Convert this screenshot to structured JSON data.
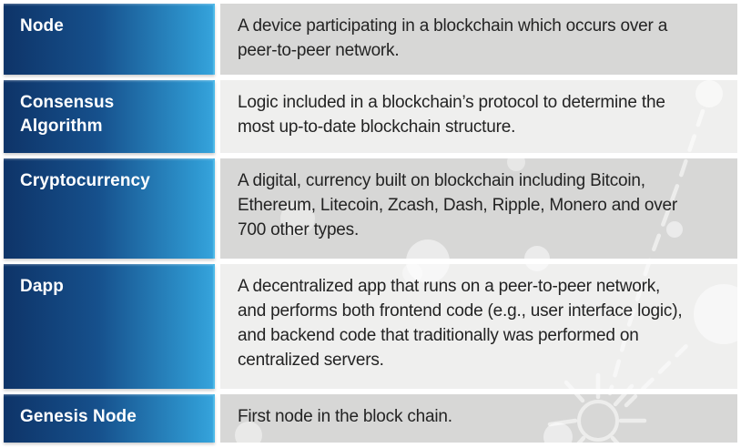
{
  "table": {
    "rows": [
      {
        "term": "Node",
        "definition": "A device participating in a blockchain which occurs over a peer-to-peer network."
      },
      {
        "term": "Consensus Algorithm",
        "definition": "Logic included in a blockchain’s protocol to determine the most up-to-date blockchain structure."
      },
      {
        "term": "Cryptocurrency",
        "definition": "A digital, currency built on blockchain including Bitcoin, Ethereum, Litecoin, Zcash, Dash, Ripple, Monero and over 700 other types."
      },
      {
        "term": "Dapp",
        "definition": "A decentralized app that runs on a peer-to-peer network, and performs both frontend code (e.g., user interface logic), and backend code that traditionally was performed on centralized servers."
      },
      {
        "term": "Genesis Node",
        "definition": "First node in the block chain."
      }
    ]
  },
  "colors": {
    "term_gradient_start": "#0e3468",
    "term_gradient_end": "#36a3dc",
    "term_edge_highlight": "#4cb9e8",
    "definition_bg_dark": "#d7d7d6",
    "definition_bg_light": "#efefee",
    "term_text": "#ffffff",
    "definition_text": "#232323",
    "background": "#ffffff",
    "watermark": "#ffffff"
  },
  "decorations": {
    "watermark_description": "faint white network pattern of circles and dashed connector lines over definition column"
  }
}
